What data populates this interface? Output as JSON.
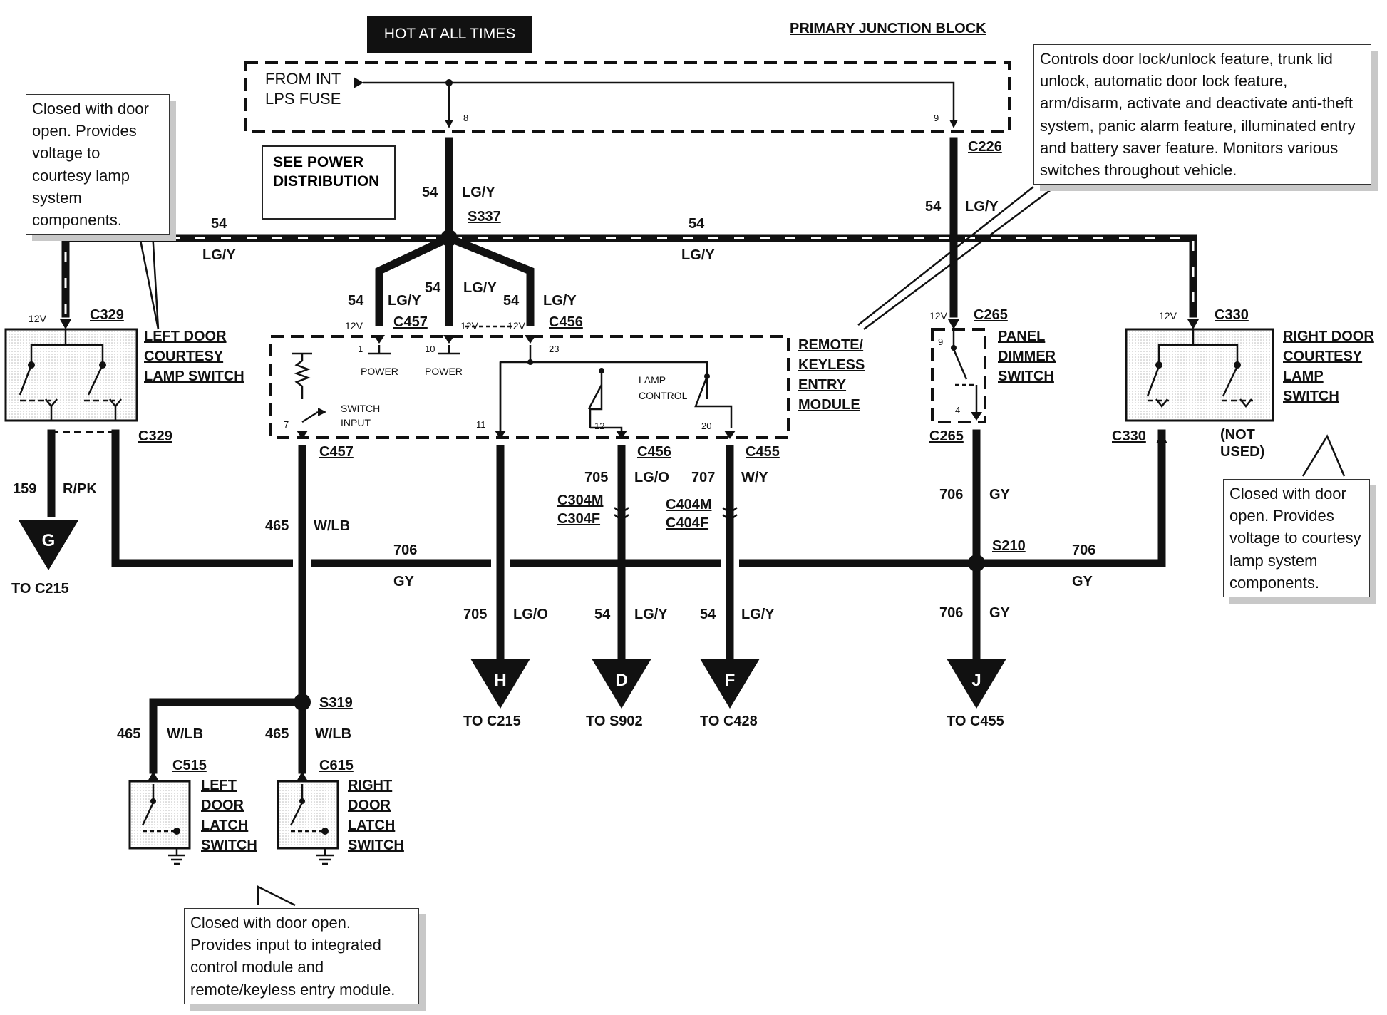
{
  "header": {
    "hot_label": "HOT AT ALL TIMES",
    "junction_block": "PRIMARY JUNCTION BLOCK",
    "fuse_line1": "FROM INT",
    "fuse_line2": "LPS FUSE",
    "see_power_line1": "SEE POWER",
    "see_power_line2": "DISTRIBUTION"
  },
  "notes": {
    "left_door_courtesy": "Closed with door open. Provides voltage to courtesy lamp system components.",
    "module_function": "Controls door lock/unlock feature, trunk lid unlock, automatic door lock feature, arm/disarm, activate and deactivate anti-theft system, panic alarm feature, illuminated entry and battery saver feature. Monitors various switches throughout vehicle.",
    "right_door_courtesy": "Closed with door open. Provides voltage to courtesy lamp system components.",
    "latch_switch": "Closed with door open. Provides input to integrated control module and remote/keyless entry module."
  },
  "components": {
    "left_courtesy": [
      "LEFT DOOR",
      "COURTESY",
      "LAMP SWITCH"
    ],
    "remote_keyless": [
      "REMOTE/",
      "KEYLESS",
      "ENTRY",
      "MODULE"
    ],
    "panel_dimmer": [
      "PANEL",
      "DIMMER",
      "SWITCH"
    ],
    "right_courtesy": [
      "RIGHT DOOR",
      "COURTESY",
      "LAMP",
      "SWITCH"
    ],
    "right_not_used": [
      "(NOT",
      "USED)"
    ],
    "left_latch": [
      "LEFT",
      "DOOR",
      "LATCH",
      "SWITCH"
    ],
    "right_latch": [
      "RIGHT",
      "DOOR",
      "LATCH",
      "SWITCH"
    ]
  },
  "connectors": {
    "c226": "C226",
    "c329": "C329",
    "c457": "C457",
    "c456": "C456",
    "c455": "C455",
    "c265": "C265",
    "c330": "C330",
    "c515": "C515",
    "c615": "C615",
    "c304m": "C304M",
    "c304f": "C304F",
    "c404m": "C404M",
    "c404f": "C404F"
  },
  "splices": {
    "s337": "S337",
    "s210": "S210",
    "s319": "S319"
  },
  "circuits": {
    "c54": "54",
    "lgy": "LG/Y",
    "c159": "159",
    "rpk": "R/PK",
    "c465": "465",
    "wlb": "W/LB",
    "c706": "706",
    "gy": "GY",
    "c705": "705",
    "lgo": "LG/O",
    "c707": "707",
    "wy": "W/Y"
  },
  "module_pins": {
    "power": "POWER",
    "switch_input_1": "SWITCH",
    "switch_input_2": "INPUT",
    "lamp_control_1": "LAMP",
    "lamp_control_2": "CONTROL",
    "p1": "1",
    "p10": "10",
    "p23": "23",
    "p7": "7",
    "p11": "11",
    "p12": "12",
    "p20": "20",
    "p8": "8",
    "p9": "9",
    "p9b": "9",
    "p4": "4",
    "v12": "12V"
  },
  "terminals": [
    {
      "letter": "G",
      "dest": "TO C215"
    },
    {
      "letter": "H",
      "dest": "TO C215"
    },
    {
      "letter": "D",
      "dest": "TO S902"
    },
    {
      "letter": "F",
      "dest": "TO C428"
    },
    {
      "letter": "J",
      "dest": "TO C455"
    }
  ]
}
